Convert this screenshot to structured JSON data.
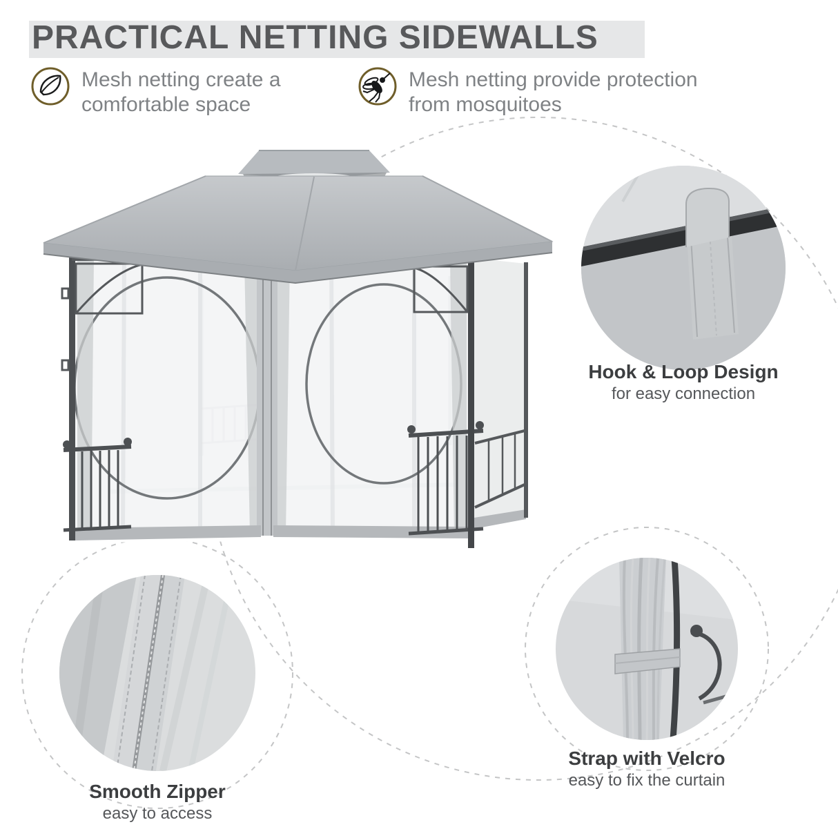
{
  "header": {
    "title": "PRACTICAL NETTING SIDEWALLS"
  },
  "features": [
    {
      "icon": "leaf-icon",
      "line1": "Mesh netting create a",
      "line2": "comfortable space"
    },
    {
      "icon": "mosquito-icon",
      "line1": "Mesh netting provide protection",
      "line2": "from mosquitoes"
    }
  ],
  "callouts": [
    {
      "icon": "hook-loop-closeup",
      "title": "Hook & Loop Design",
      "subtitle": "for easy connection"
    },
    {
      "icon": "strap-velcro-closeup",
      "title": "Strap with Velcro",
      "subtitle": "easy to fix the curtain"
    },
    {
      "icon": "zipper-closeup",
      "title": "Smooth Zipper",
      "subtitle": "easy to access"
    }
  ],
  "colors": {
    "title_text": "#58595b",
    "title_band": "#e6e7e8",
    "body_text": "#7f8285",
    "caption_title": "#3c3e40",
    "caption_sub": "#55575a",
    "canopy_gray": "#b4b8bc",
    "frame_dark": "#4c4f52",
    "icon_ring_gold": "#6f5e2a",
    "dashed_line": "#c4c5c6"
  }
}
